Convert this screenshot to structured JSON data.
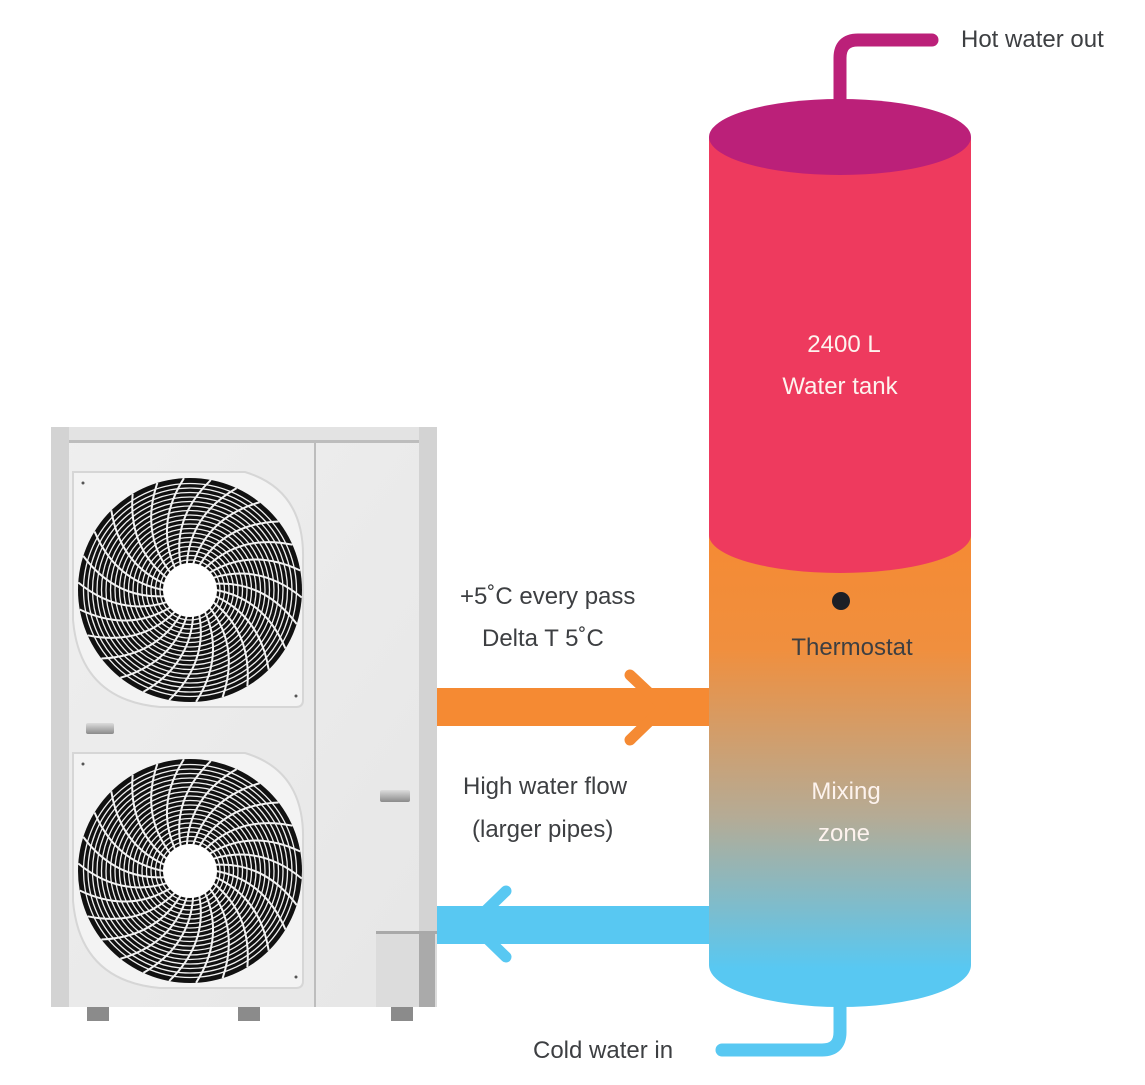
{
  "title": "Heat pump water heating diagram",
  "colors": {
    "hot_pipe": "#bb2079",
    "tank_hot": "#ee3a5e",
    "tank_top": "#bb2079",
    "tank_warm": "#f58a33",
    "tank_mix": "#b5ab95",
    "tank_cold": "#58c8f2",
    "flow_pipe": "#f58a33",
    "return_pipe": "#58c8f2",
    "thermostat": "#1c1f26",
    "text": "#3d3f42"
  },
  "labels": {
    "hot_water_out": "Hot water out",
    "cold_water_in": "Cold water in",
    "tank_volume": "2400 L",
    "tank_name": "Water tank",
    "thermostat": "Thermostat",
    "mixing_line1": "Mixing",
    "mixing_line2": "zone",
    "flow_line1": "+5˚C every pass",
    "flow_line2": "Delta T 5˚C",
    "return_line1": "High water flow",
    "return_line2": "(larger pipes)"
  },
  "components": {
    "heat_pump": {
      "name": "Outdoor heat pump unit",
      "fans": 2
    },
    "tank": {
      "volume_liters": 2400
    },
    "flow_arrow_direction": "right",
    "return_arrow_direction": "left"
  }
}
